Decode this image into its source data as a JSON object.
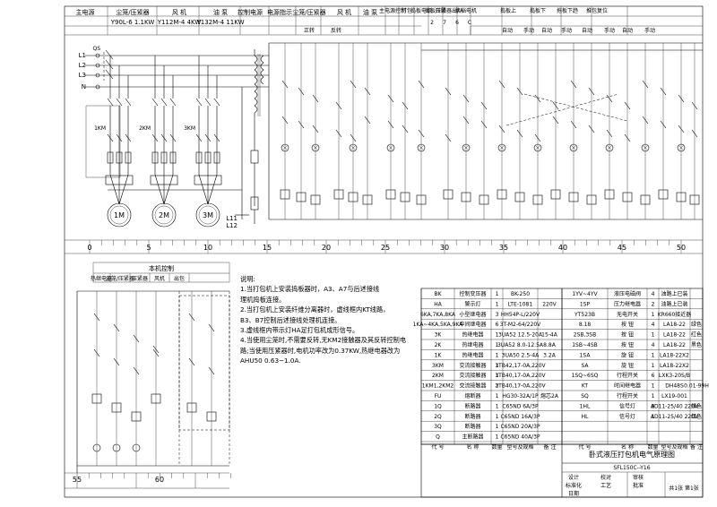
{
  "header": {
    "cells": [
      "主电源",
      "尘笼/压紧器",
      "风 机",
      "油 泵",
      "控制电源",
      "电源指示",
      "尘笼/压紧器",
      "风 机",
      "油 泵",
      "主电源控制",
      "打包",
      "捣板电机",
      "捣板升降",
      "压紧器出/入",
      "换档电机",
      "捣板上",
      "捣板下",
      "拖板下趋",
      "推包复位"
    ],
    "motors": [
      "Y90L-6 1.1KW",
      "Y112M-4 4KW",
      "Y132M-4 11KW"
    ],
    "modes": [
      "正转",
      "反转",
      "自动",
      "手动",
      "自动",
      "手动",
      "自动",
      "手动",
      "自动",
      "手动"
    ],
    "codes": [
      "2",
      "7",
      "6",
      "C"
    ]
  },
  "scale_main": [
    "0",
    "5",
    "10",
    "15",
    "20",
    "25",
    "30",
    "35",
    "40",
    "45",
    "50"
  ],
  "scale_lower": [
    "55",
    "60"
  ],
  "terminals": {
    "left": [
      "L1",
      "L2",
      "L3",
      "N"
    ],
    "right": [
      "L11",
      "L12"
    ]
  },
  "motors": [
    "1M",
    "2M",
    "3M"
  ],
  "contactors": [
    "1KM",
    "2KM",
    "3KM",
    "QS"
  ],
  "lower_panel": {
    "title": "本机控制",
    "col_labels": [
      "热继电器",
      "尘笼/压紧器",
      "压紧器",
      "风机",
      "出包"
    ]
  },
  "notes": {
    "title": "说明:",
    "lines": [
      "1.当打包机上安装捣板器时，A3、A7与后述接线",
      "理机捣板连接。",
      "2.当打包机上安装纤维分离器时，虚线框内KT线路，",
      "B3、B7控制后述接线处理机连接。",
      "3.虚线框内带示灯HA足打包机成形信号。",
      "4.当使用尘笼时,不需要反转,无KM2接触器及其反转控制电",
      "路;当使用压紧器时,电机功率改为0.37KW,热继电器改为",
      "AHU50  0.63~1.0A."
    ]
  },
  "parts_table": {
    "headers": [
      "代 号",
      "名 称",
      "数量",
      "型号及规格",
      "备 注",
      "代 号",
      "名 称",
      "数量",
      "型号及规格",
      "备 注"
    ],
    "left_rows": [
      [
        "BK",
        "控制变压器",
        "1",
        "BK-250"
      ],
      [
        "HA",
        "警示灯",
        "1",
        "LTE-1081"
      ],
      [
        "6KA,7KA,8KA",
        "小型继电器",
        "3",
        "HH54P-L/220V"
      ],
      [
        "1KA~4KA,5KA,9KA",
        "中间继电器",
        "6",
        "3T-M2-64/220V"
      ],
      [
        "3K",
        "热继电器",
        "1",
        "3UA52 12.5-20A"
      ],
      [
        "2K",
        "热继电器",
        "1",
        "3UA52 8.0-12.5A"
      ],
      [
        "1K",
        "热继电器",
        "1",
        "3UA50 2.5-4A"
      ],
      [
        "3KM",
        "交流接触器",
        "1",
        "3TB42,17-0A,220V"
      ],
      [
        "2KM",
        "交流接触器",
        "1",
        "3TB40,17-0A,220V"
      ],
      [
        "1KM1,2KM2",
        "交流接触器",
        "2",
        "3TB40,17-0A,220V"
      ],
      [
        "FU",
        "熔断器",
        "1",
        "HG30-32A/1P"
      ],
      [
        "1Q",
        "断路器",
        "1",
        "C65ND 6A/3P"
      ],
      [
        "2Q",
        "断路器",
        "1",
        "C65ND 16A/3P"
      ],
      [
        "3Q",
        "断路器",
        "1",
        "C65ND 20A/3P"
      ],
      [
        "Q",
        "主断路器",
        "1",
        "C65ND 40A/3P"
      ]
    ],
    "mid_notes": [
      "220V",
      "15-4A",
      "8.8A",
      "3.2A",
      "熔芯2A"
    ],
    "right_rows": [
      [
        "1YV~4YV",
        "液压电磁阀",
        "4",
        "油路上已装"
      ],
      [
        "1SP",
        "压力继电器",
        "2",
        "油路上已装"
      ],
      [
        "YT523B",
        "无电开关",
        "1",
        "KR660接近器"
      ],
      [
        "8.18",
        "按 钮",
        "4",
        "LA18-22",
        "绿色"
      ],
      [
        "2SB,3SB",
        "按 钮",
        "1",
        "LA18-22",
        "红色"
      ],
      [
        "1SB~4SB",
        "按 钮",
        "4",
        "LA18-22",
        "黑色"
      ],
      [
        "1SA",
        "旋 钮",
        "1",
        "LA18-22X2"
      ],
      [
        "SA",
        "旋 钮",
        "1",
        "LA18-22X2"
      ],
      [
        "1SQ~6SQ",
        "行程开关",
        "6",
        "LXK3-20S/B"
      ],
      [
        "KT",
        "时间继电器",
        "1",
        "DH48S",
        "0.01-99H"
      ],
      [
        "SQ",
        "行程开关",
        "1",
        "LX19-001"
      ],
      [
        "1HL",
        "信号灯",
        "9",
        "AD11-25/40 220V",
        "绿色"
      ],
      [
        "HL",
        "信号灯",
        "1",
        "AD11-25/40 220V",
        "红色"
      ]
    ]
  },
  "title_block": {
    "title": "卧式液压打包机电气原理图",
    "drawing_no": "SFL150C--Y16",
    "labels": [
      "设计",
      "校对",
      "审核",
      "标准化",
      "工艺",
      "批准",
      "日期"
    ],
    "sheet": "共1张 第1张"
  }
}
